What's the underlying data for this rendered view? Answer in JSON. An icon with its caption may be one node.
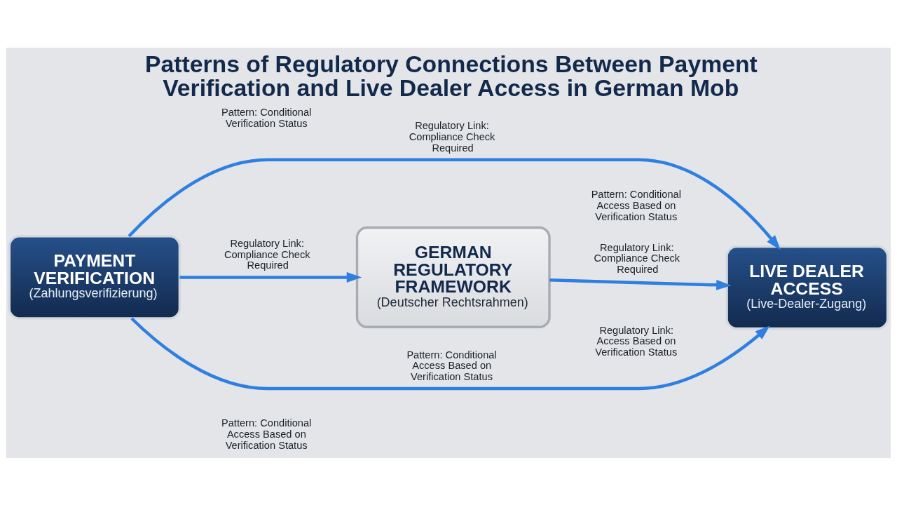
{
  "diagram": {
    "title": "Patterns of Regulatory Connections Between Payment Verification and Live Dealer Access in German Mob",
    "nodes": [
      {
        "text": [
          "PAYMENT VERIFICATION",
          "(Zahlungsverifizierung)"
        ]
      },
      {
        "text": [
          "GERMAN REGULATORY FRAMEWORK",
          "(Deutscher Rechtsrahmen)"
        ]
      },
      {
        "text": [
          "LIVE DEALER ACCESS",
          "(Live-Dealer-Zugang)"
        ]
      }
    ],
    "edges": [
      {
        "from": 0,
        "to": 2,
        "arrow": "to",
        "label": "Regulatory Link: Compliance Check Required"
      },
      {
        "from": 0,
        "to": 1,
        "arrow": "to",
        "label": "Regulatory Link: Compliance Check Required"
      },
      {
        "from": 1,
        "to": 2,
        "arrow": "to",
        "label": "Regulatory Link: Compliance Check Required"
      },
      {
        "from": 0,
        "to": 2,
        "arrow": "to",
        "label": "Pattern: Conditional Access Based on Verification Status"
      }
    ],
    "labels": [
      "Pattern: Conditional Verification Status",
      "Pattern: Conditional Access Based on Verification Status",
      "Pattern: Conditional Access Based on Verification Status",
      "Regulatory Link: Access Based on Verification Status"
    ]
  }
}
